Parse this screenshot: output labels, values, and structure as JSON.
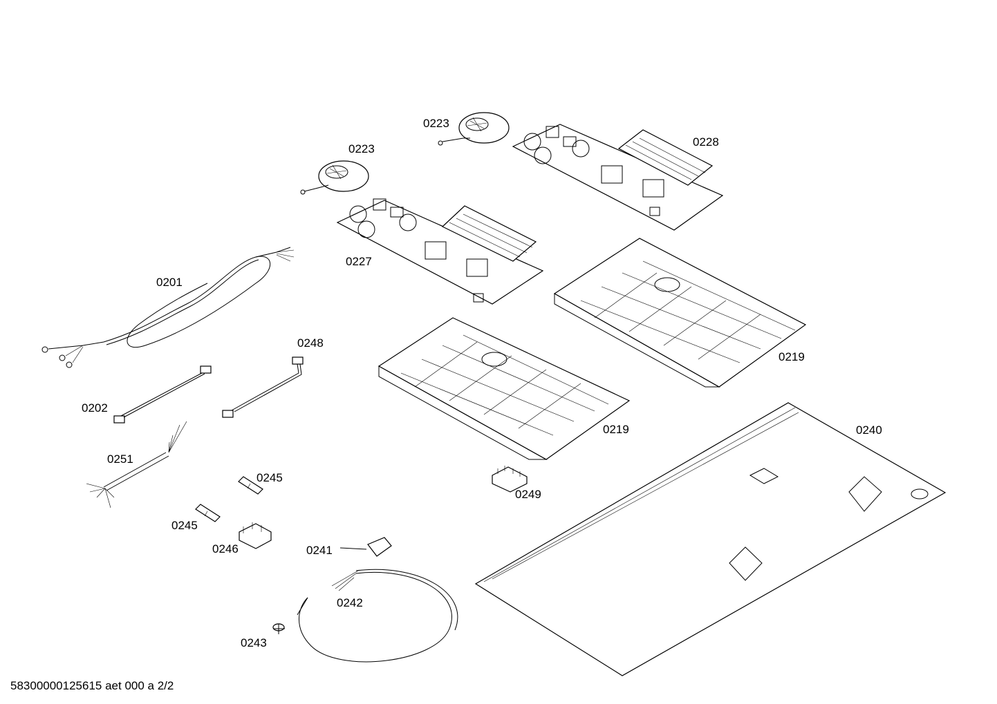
{
  "labels": {
    "p0223a": "0223",
    "p0223b": "0223",
    "p0228": "0228",
    "p0227": "0227",
    "p0201": "0201",
    "p0248": "0248",
    "p0202": "0202",
    "p0219a": "0219",
    "p0219b": "0219",
    "p0240": "0240",
    "p0251": "0251",
    "p0245a": "0245",
    "p0245b": "0245",
    "p0249": "0249",
    "p0246": "0246",
    "p0241": "0241",
    "p0242": "0242",
    "p0243": "0243"
  },
  "footer": "58300000125615 aet 000 a 2/2"
}
